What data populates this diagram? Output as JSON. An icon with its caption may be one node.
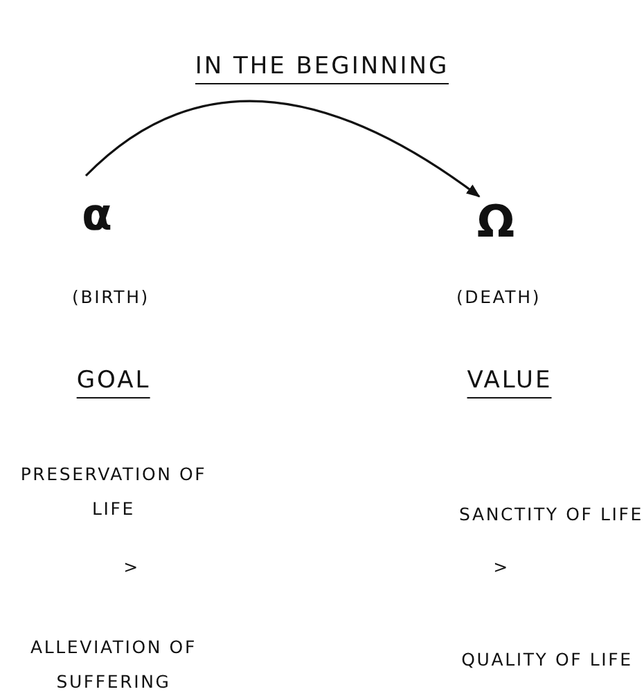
{
  "diagram": {
    "title": "IN THE BEGINNING",
    "nodes": [
      {
        "text": [
          "α"
        ],
        "beside": [
          "(BIRTH)"
        ]
      },
      {
        "text": [
          "Ω"
        ],
        "beside": [
          "(DEATH)"
        ]
      }
    ],
    "edges": [
      {
        "from": 0,
        "to": 1,
        "arrow": "to"
      }
    ],
    "labels": [
      "GOAL",
      "VALUE",
      "PRESERVATION OF LIFE",
      "SANCTITY OF LIFE",
      ">",
      ">",
      "ALLEVIATION OF SUFFERING",
      "QUALITY OF LIFE"
    ]
  }
}
